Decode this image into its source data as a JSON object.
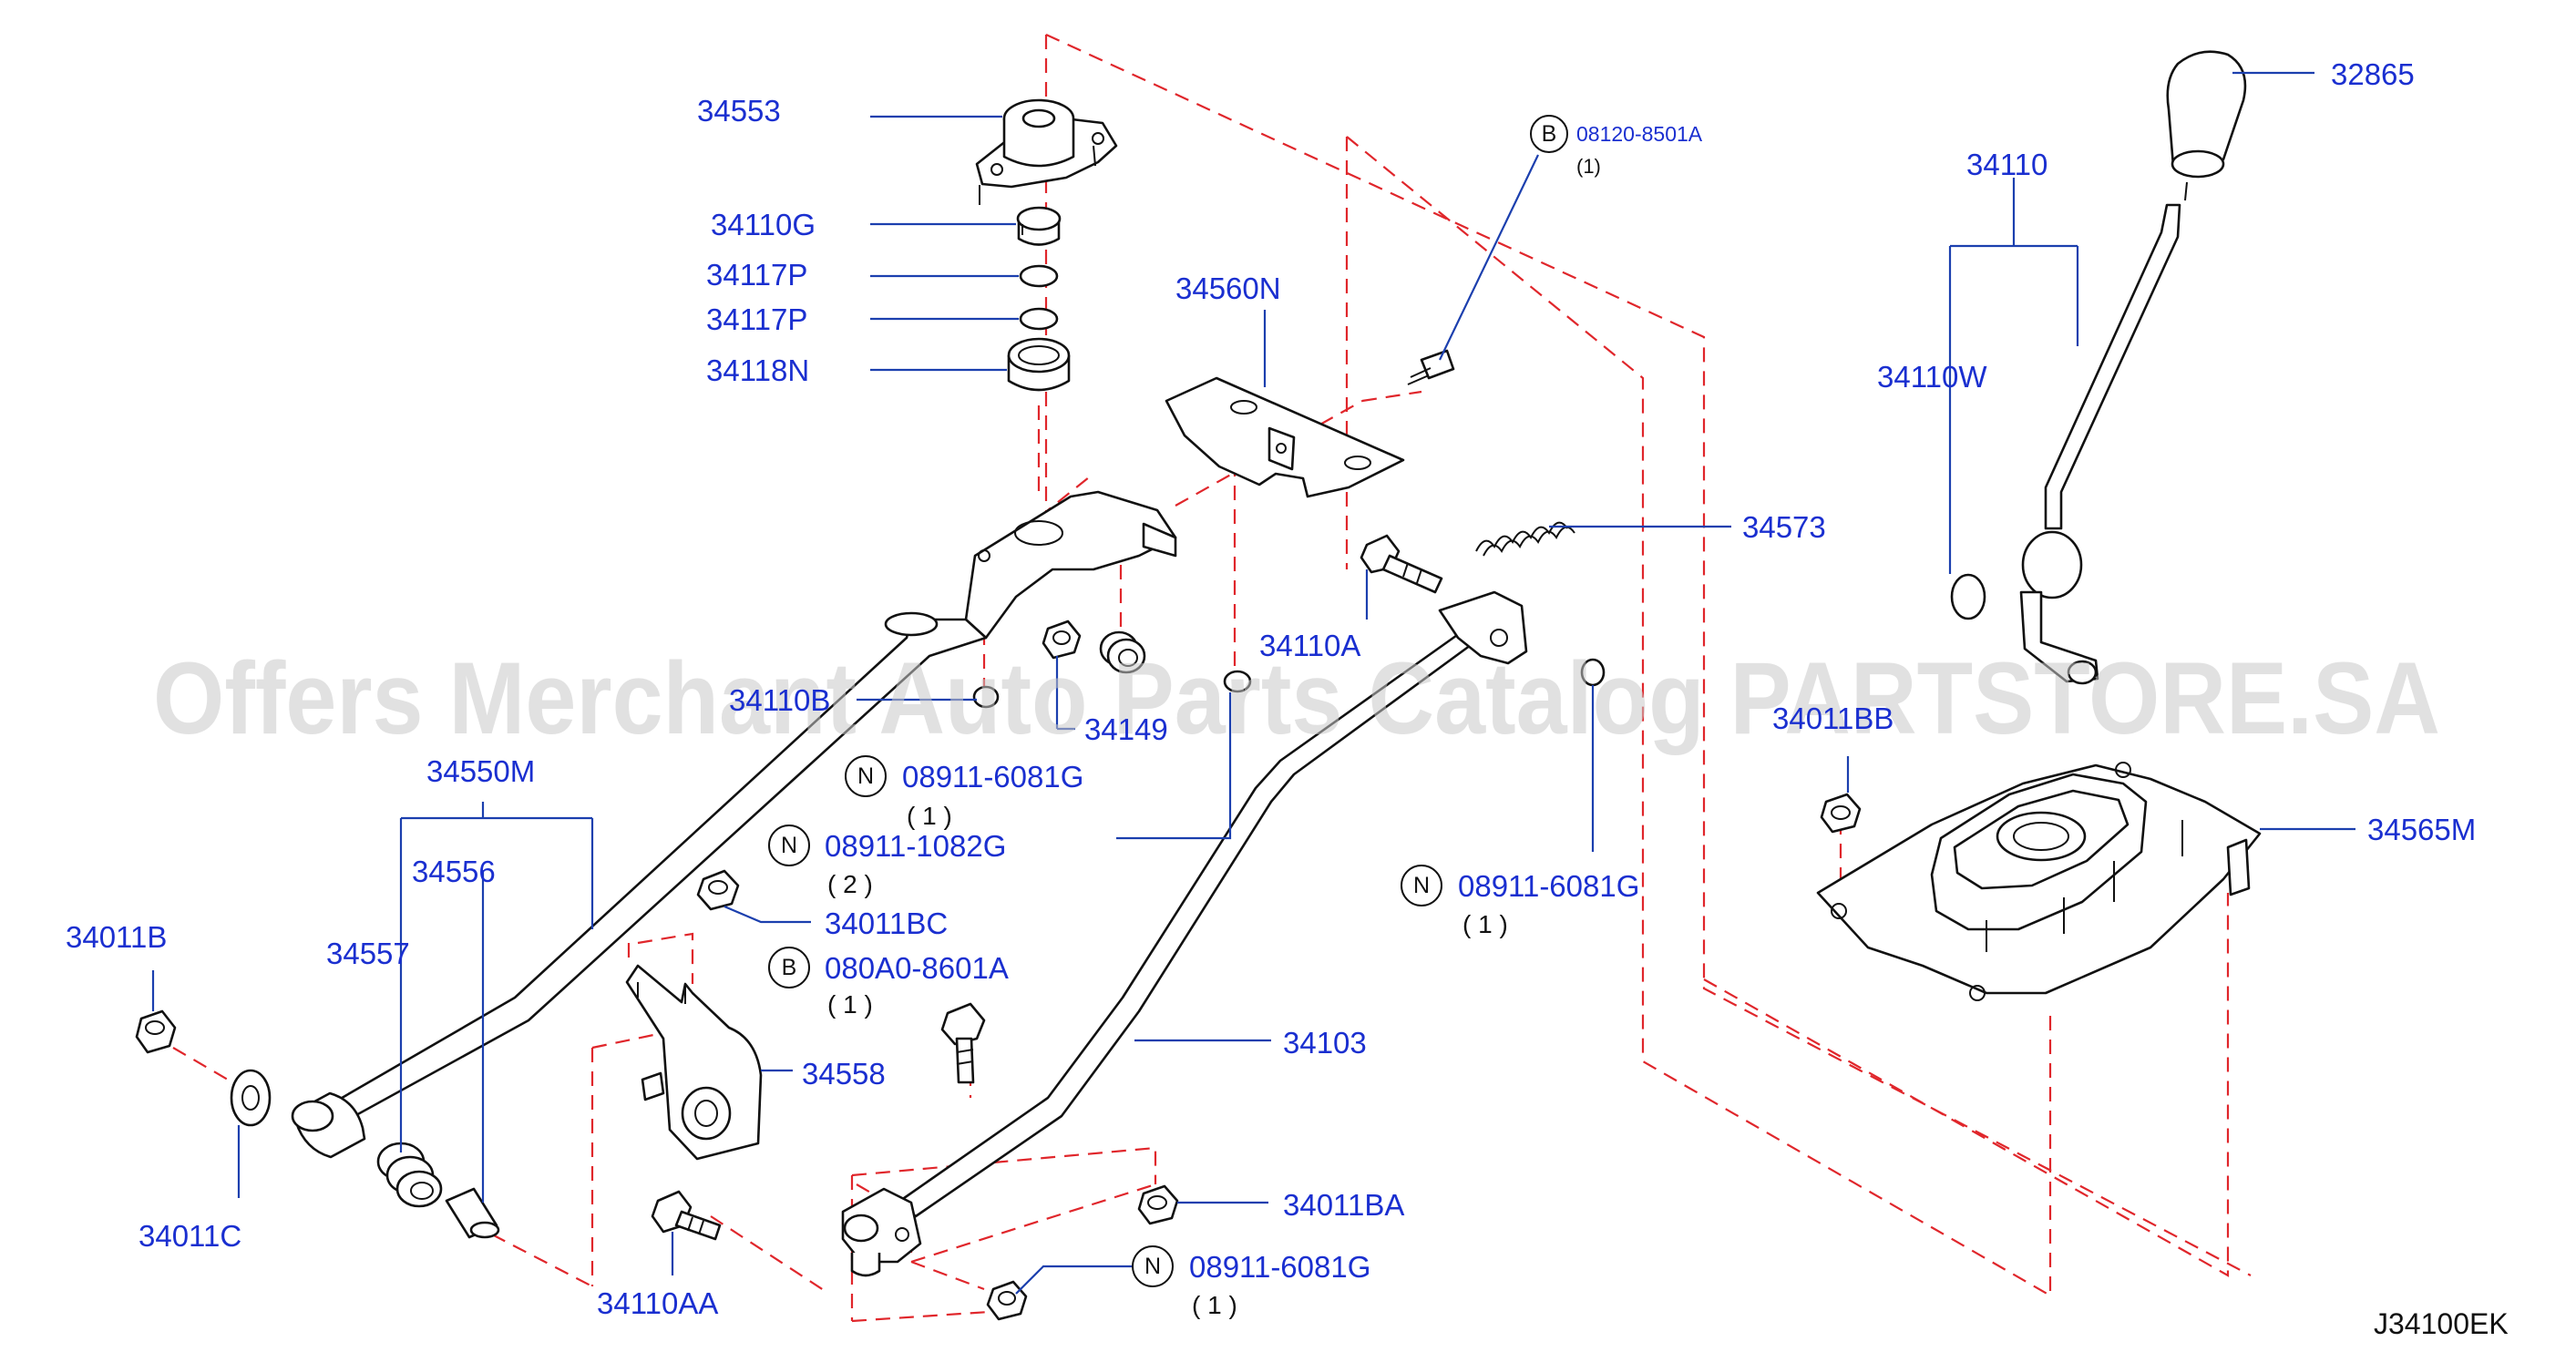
{
  "watermark": "Offers Merchant Auto Parts Catalog PARTSTORE.SA",
  "diagram_code": "J34100EK",
  "labels": {
    "p34553": "34553",
    "p34110G": "34110G",
    "p34117P_a": "34117P",
    "p34117P_b": "34117P",
    "p34118N": "34118N",
    "p34560N": "34560N",
    "p32865": "32865",
    "p34110": "34110",
    "p34110W": "34110W",
    "p34573": "34573",
    "p34110A": "34110A",
    "p34110B": "34110B",
    "p34149": "34149",
    "p34550M": "34550M",
    "p34556": "34556",
    "p34557": "34557",
    "p34011B": "34011B",
    "p34011C": "34011C",
    "p34011BC": "34011BC",
    "p34558": "34558",
    "p34110AA": "34110AA",
    "p34103": "34103",
    "p34011BA": "34011BA",
    "p34011BB": "34011BB",
    "p34565M": "34565M"
  },
  "fasteners": [
    {
      "prefix": "B",
      "code": "08120-8501A",
      "qty": "(1)"
    },
    {
      "prefix": "N",
      "code": "08911-6081G",
      "qty": "( 1 )"
    },
    {
      "prefix": "N",
      "code": "08911-1082G",
      "qty": "( 2 )"
    },
    {
      "prefix": "B",
      "code": "080A0-8601A",
      "qty": "( 1 )"
    },
    {
      "prefix": "N",
      "code": "08911-6081G",
      "qty": "( 1 )"
    },
    {
      "prefix": "N",
      "code": "08911-6081G",
      "qty": "( 1 )"
    }
  ],
  "colors": {
    "label": "#1a2fd0",
    "leader": "#1b3fae",
    "dashed": "#e0262b",
    "outline": "#111111"
  }
}
